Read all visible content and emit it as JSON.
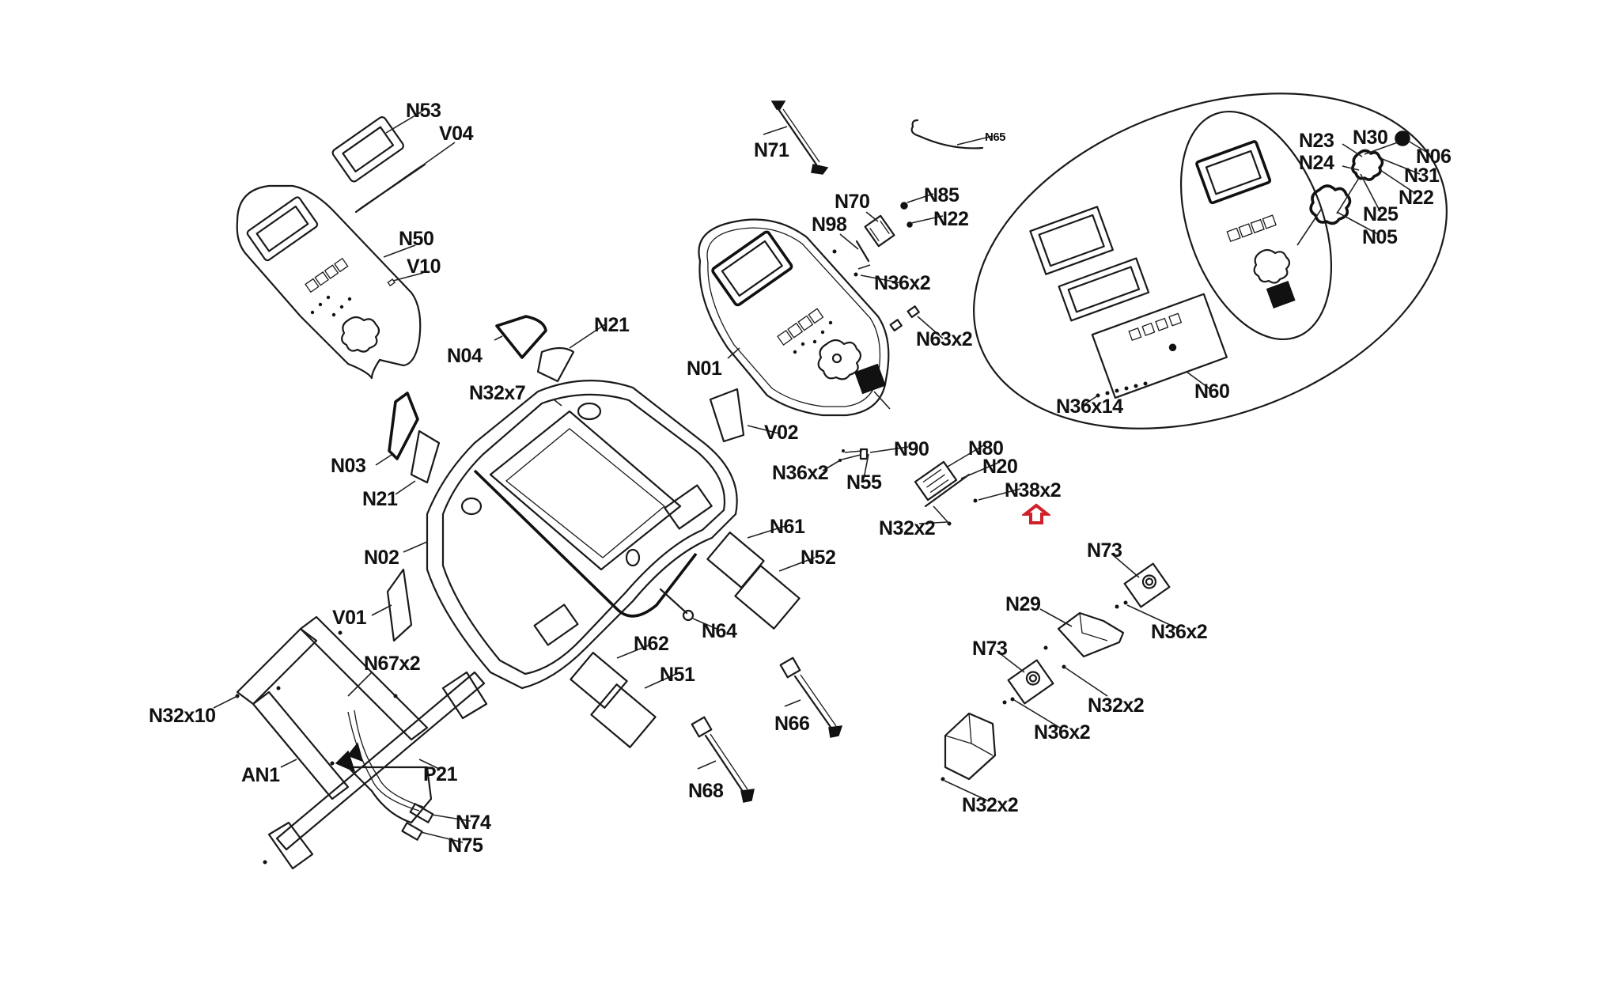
{
  "diagram": {
    "type": "exploded-parts-diagram",
    "subject": "console assembly",
    "marker_color": "#d0202a",
    "marker_icon": "up-arrow-outline",
    "marker_target": "N38x2",
    "callouts": {
      "n53": "N53",
      "v04": "V04",
      "n50": "N50",
      "v10": "V10",
      "n71": "N71",
      "n65": "N65",
      "n70": "N70",
      "n85": "N85",
      "n98": "N98",
      "n22_top": "N22",
      "n36x2_top": "N36x2",
      "n63x2": "N63x2",
      "n23": "N23",
      "n30": "N30",
      "n06": "N06",
      "n24": "N24",
      "n31": "N31",
      "n22_knob": "N22",
      "n25": "N25",
      "n05": "N05",
      "n60": "N60",
      "n36x14": "N36x14",
      "n04": "N04",
      "n21_upper": "N21",
      "n32x7": "N32x7",
      "n01": "N01",
      "v02": "V02",
      "n03": "N03",
      "n21_lower": "N21",
      "n02": "N02",
      "v01": "V01",
      "n67x2": "N67x2",
      "n36x2_mid": "N36x2",
      "n90": "N90",
      "n55": "N55",
      "n80": "N80",
      "n20": "N20",
      "n38x2": "N38x2",
      "n32x2_mid": "N32x2",
      "n61": "N61",
      "n52": "N52",
      "n64": "N64",
      "n62": "N62",
      "n51": "N51",
      "n66": "N66",
      "n68": "N68",
      "n73_upper": "N73",
      "n29": "N29",
      "n36x2_right": "N36x2",
      "n73_lower": "N73",
      "n32x2_right": "N32x2",
      "n36x2_lower": "N36x2",
      "n32x2_bottom": "N32x2",
      "n32x10": "N32x10",
      "an1": "AN1",
      "p21": "P21",
      "n74": "N74",
      "n75": "N75"
    }
  }
}
